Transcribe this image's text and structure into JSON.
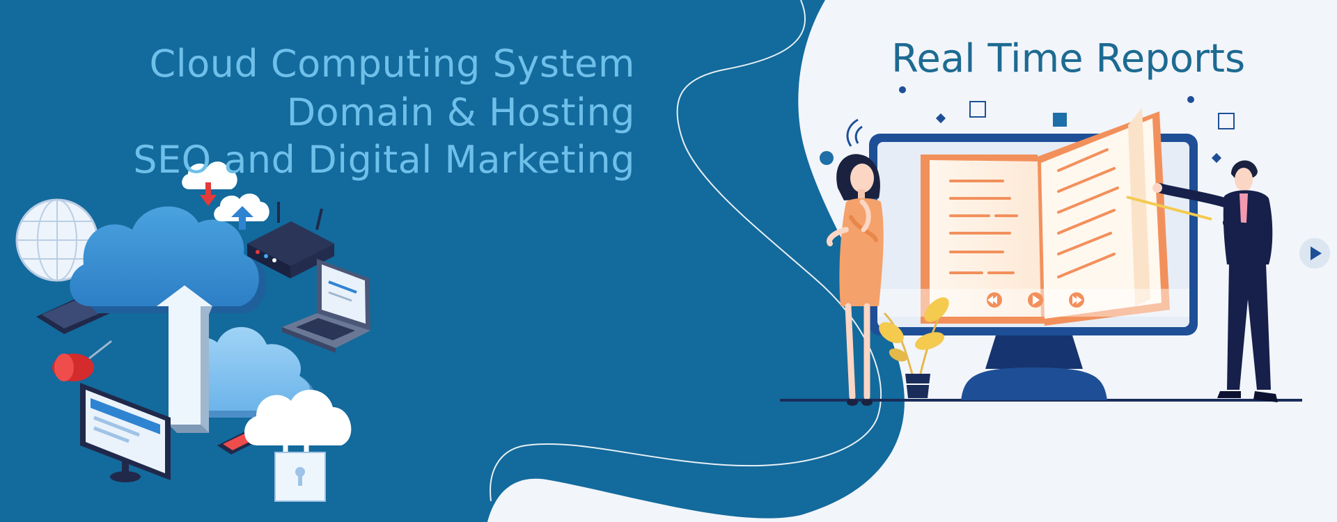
{
  "hero": {
    "services": [
      "Cloud Computing System",
      "Domain & Hosting",
      "SEO and Digital Marketing"
    ],
    "reports_title": "Real Time Reports"
  },
  "icons": {
    "next": "play-arrow-icon",
    "media_controls": [
      "rewind-icon",
      "play-icon",
      "fast-forward-icon"
    ]
  },
  "colors": {
    "left_bg": "#136a9c",
    "right_bg": "#f2f5fa",
    "service_text": "#6ec0ea",
    "title_text": "#1d6a92",
    "monitor": "#1e4f96",
    "book": "#f2905c",
    "woman_dress": "#f5a16b",
    "man_suit": "#16204a"
  }
}
